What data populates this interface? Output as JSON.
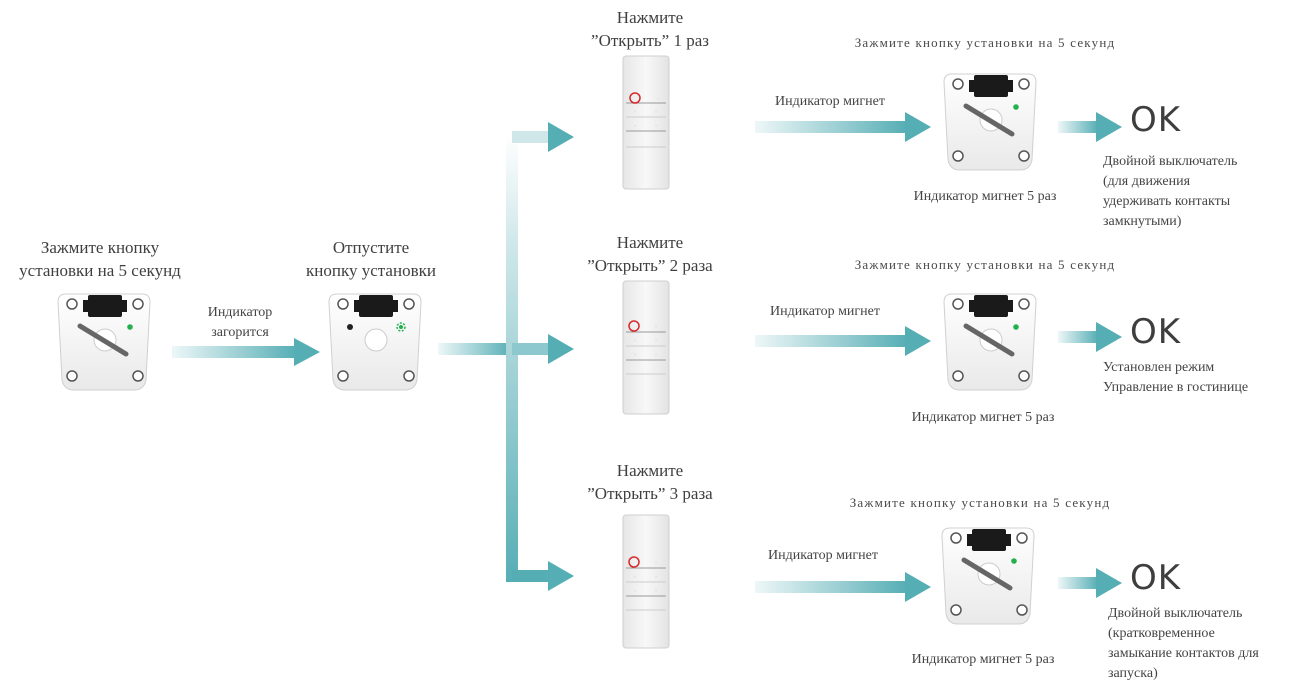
{
  "start": {
    "title": [
      "Зажмите кнопку",
      "установки на 5 секунд"
    ],
    "arrow_label": [
      "Индикатор",
      "загорится"
    ]
  },
  "release": {
    "title": [
      "Отпустите",
      "кнопку установки"
    ]
  },
  "branches": [
    {
      "press_label": [
        "Нажмите",
        "”Открыть” 1 раз"
      ],
      "hold_header": "Зажмите кнопку установки на 5 секунд",
      "arrow_label": "Индикатор мигнет",
      "blink_label": "Индикатор мигнет 5 раз",
      "ok": "OK",
      "result": [
        "Двойной выключатель",
        "(для движения",
        "удерживать контакты",
        "замкнутыми)"
      ]
    },
    {
      "press_label": [
        "Нажмите",
        "”Открыть” 2 раза"
      ],
      "hold_header": "Зажмите кнопку установки на 5 секунд",
      "arrow_label": "Индикатор мигнет",
      "blink_label": "Индикатор мигнет 5 раз",
      "ok": "OK",
      "result": [
        "Установлен режим",
        "Управление в гостинице"
      ]
    },
    {
      "press_label": [
        "Нажмите",
        "”Открыть” 3 раза"
      ],
      "hold_header": "Зажмите кнопку установки на 5 секунд",
      "arrow_label": "Индикатор мигнет",
      "blink_label": "Индикатор мигнет 5 раз",
      "ok": "OK",
      "result": [
        "Двойной выключатель",
        "(кратковременное",
        "замыкание контактов для",
        "запуска)"
      ]
    }
  ],
  "colors": {
    "arrow": "#5bb1b8",
    "arrow_light": "#e6f3f4",
    "led_green": "#22b14c",
    "remote_highlight": "#d42a2a",
    "device_body": "#f2f2f2",
    "connector": "#1a1a1a"
  }
}
